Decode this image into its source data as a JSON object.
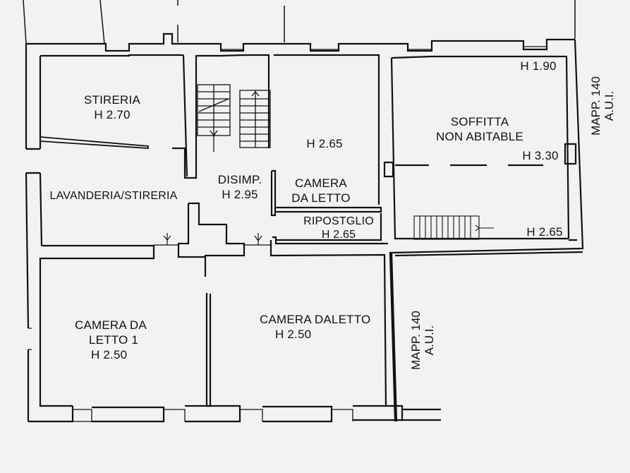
{
  "plan": {
    "type": "architectural floor plan",
    "colors": {
      "background": "#f2f2f2",
      "wall_line": "#111111",
      "text": "#111111"
    },
    "rooms": [
      {
        "id": "stireria",
        "lines": [
          "STIRERIA",
          "H 2.70"
        ]
      },
      {
        "id": "lavanderia",
        "lines": [
          "LAVANDERIA/STIRERIA"
        ]
      },
      {
        "id": "disimpegno",
        "lines": [
          "DISIMP.",
          "H 2.95"
        ]
      },
      {
        "id": "camera-height",
        "lines": [
          "H 2.65"
        ]
      },
      {
        "id": "camera-da-letto",
        "lines": [
          "CAMERA",
          "DA LETTO"
        ]
      },
      {
        "id": "ripostiglio",
        "lines": [
          "RIPOSTGLIO",
          "H 2.65"
        ]
      },
      {
        "id": "soffitta",
        "lines": [
          "SOFFITTA",
          "NON ABITABLE"
        ]
      },
      {
        "id": "soffitta-h-190",
        "lines": [
          "H 1.90"
        ]
      },
      {
        "id": "soffitta-h-330",
        "lines": [
          "H 3.30"
        ]
      },
      {
        "id": "soffitta-h-265",
        "lines": [
          "H 2.65"
        ]
      },
      {
        "id": "camera-da-letto-1",
        "lines": [
          "CAMERA DA",
          "LETTO 1",
          "H 2.50"
        ]
      },
      {
        "id": "camera-daletto",
        "lines": [
          "CAMERA DALETTO",
          "H 2.50"
        ]
      }
    ],
    "neighbors": [
      {
        "id": "mapp-140-right",
        "lines": [
          "MAPP. 140",
          "A.U.I."
        ]
      },
      {
        "id": "mapp-140-bottom",
        "lines": [
          "MAPP. 140",
          "A.U.I."
        ]
      }
    ]
  }
}
